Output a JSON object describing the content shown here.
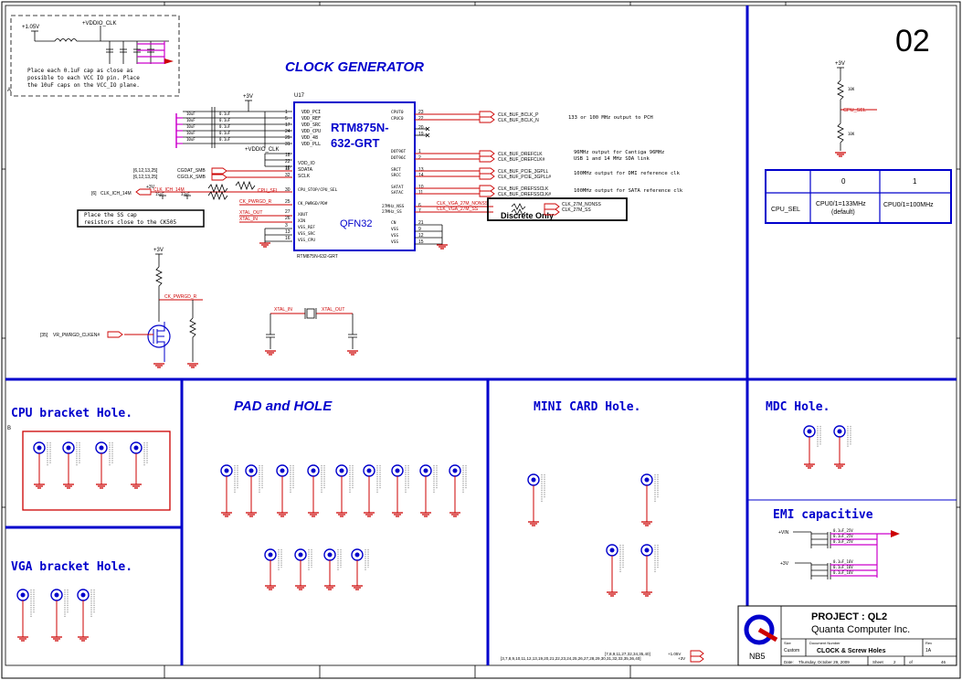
{
  "sheet": {
    "page_number": "02",
    "rev_letter_top": "A",
    "rev_letter_bottom": "B"
  },
  "sections": {
    "clock_generator": "CLOCK GENERATOR",
    "cpu_bracket": "CPU bracket Hole.",
    "pad_hole": "PAD and HOLE",
    "mini_card": "MINI CARD Hole.",
    "mdc": "MDC Hole.",
    "emi": "EMI capacitive",
    "vga_bracket": "VGA bracket Hole."
  },
  "chip": {
    "refdes": "U17",
    "part": "RTM875N-",
    "part2": "632-GRT",
    "package": "QFN32",
    "bottom_label": "RTM875N-632-GRT"
  },
  "notes": {
    "decoupling_1": "Place each 0.1uF cap as close as",
    "decoupling_2": "possible to each VCC IO pin. Place",
    "decoupling_3": "the 10uF caps on the VCC_IO plane.",
    "ss_note_1": "Place the SS cap",
    "ss_note_2": "resistors close to the CK505",
    "discrete": "Discrete Only",
    "pci_out": "133 or 100 MHz output to PCH",
    "dref_1": "96MHz output for Cantiga 96MHz",
    "dref_2": "USB 1 and 14 MHz SDA link",
    "pcie_out": "100MHz output for DMI reference clk",
    "sata_out": "100MHz output for SATA reference clk"
  },
  "nets": {
    "v105": "+1.05V",
    "vddio_clk": "+VDDIO_CLK",
    "v3_main": "+3V",
    "v3_pwr": "+3V",
    "v3_sel": "+3V",
    "cpu_sel": "CPU_SEL",
    "clk_bclk_p": "CLK_BUF_BCLK_P",
    "clk_bclk_n": "CLK_BUF_BCLK_N",
    "clk_dref_p": "CLK_BUF_DREFCLK",
    "clk_dref_n": "CLK_BUF_DREFCLK#",
    "clk_pcie_p": "CLK_BUF_PCIE_3GPLL",
    "clk_pcie_n": "CLK_BUF_PCIE_3GPLL#",
    "clk_sata_p": "CLK_BUF_DREFSSCLK",
    "clk_sata_n": "CLK_BUF_DREFSSCLK#",
    "clk_27_nonss": "CLK_27M_NONSS",
    "clk_27_ss": "CLK_27M_SS",
    "clk_vga_nonss": "CLK_VGA_27M_NONSS",
    "clk_vga_ss": "CLK_VGA_27M_SS",
    "cgdat": "CGDAT_SMB",
    "cgclk": "CGCLK_SMB",
    "cgdat_ref": "[6,12,13,25]",
    "cgclk_ref": "[6,12,13,25]",
    "clk_ich_14m": "CLK_ICH_14M",
    "clk_ich_ref": "[6]",
    "ck_pwrgd": "CK_PWRGD_R",
    "ck_pwrgd2": "CK_PWRGD_R",
    "xtal_out": "XTAL_OUT",
    "xtal_in": "XTAL_IN",
    "xtal_in2": "XTAL_IN",
    "xtal_out2": "XTAL_OUT",
    "vr_pwrgd": "VR_PWRGD_CLKEN#",
    "vr_pwrgd_ref": "[35]",
    "emi_vin": "+VIN",
    "emi_3v": "+3V",
    "sheet_ref_1": "[7,8,9,11,27,32,34,35,40]",
    "sheet_ref_2": "[3,7,8,9,10,11,12,13,19,20,21,22,23,24,25,26,27,28,29,30,31,32,33,35,36,40]",
    "v105_out": "+1.05V",
    "v3_out": "+3V"
  },
  "cpu_sel_table": {
    "col0": "0",
    "col1": "1",
    "row_label": "CPU_SEL",
    "val0_1": "CPU0/1=133MHz",
    "val0_2": "(default)",
    "val1": "CPU0/1=100MHz"
  },
  "title_block": {
    "project": "PROJECT : QL2",
    "company": "Quanta Computer Inc.",
    "size_label": "Size",
    "size_value": "Custom",
    "docnum_label": "Document Number",
    "doc_title": "CLOCK & Screw Holes",
    "rev_label": "Rev",
    "rev_value": "1A",
    "date_label": "Date:",
    "date_value": "Thursday, October 29, 2009",
    "sheet_label": "Sheet",
    "sheet_value": "2",
    "of_label": "of",
    "of_value": "46",
    "logo_text": "NB5"
  },
  "colors": {
    "blue": "#0000cc",
    "red": "#cc0000",
    "magenta": "#cc00cc",
    "black": "#000000"
  }
}
